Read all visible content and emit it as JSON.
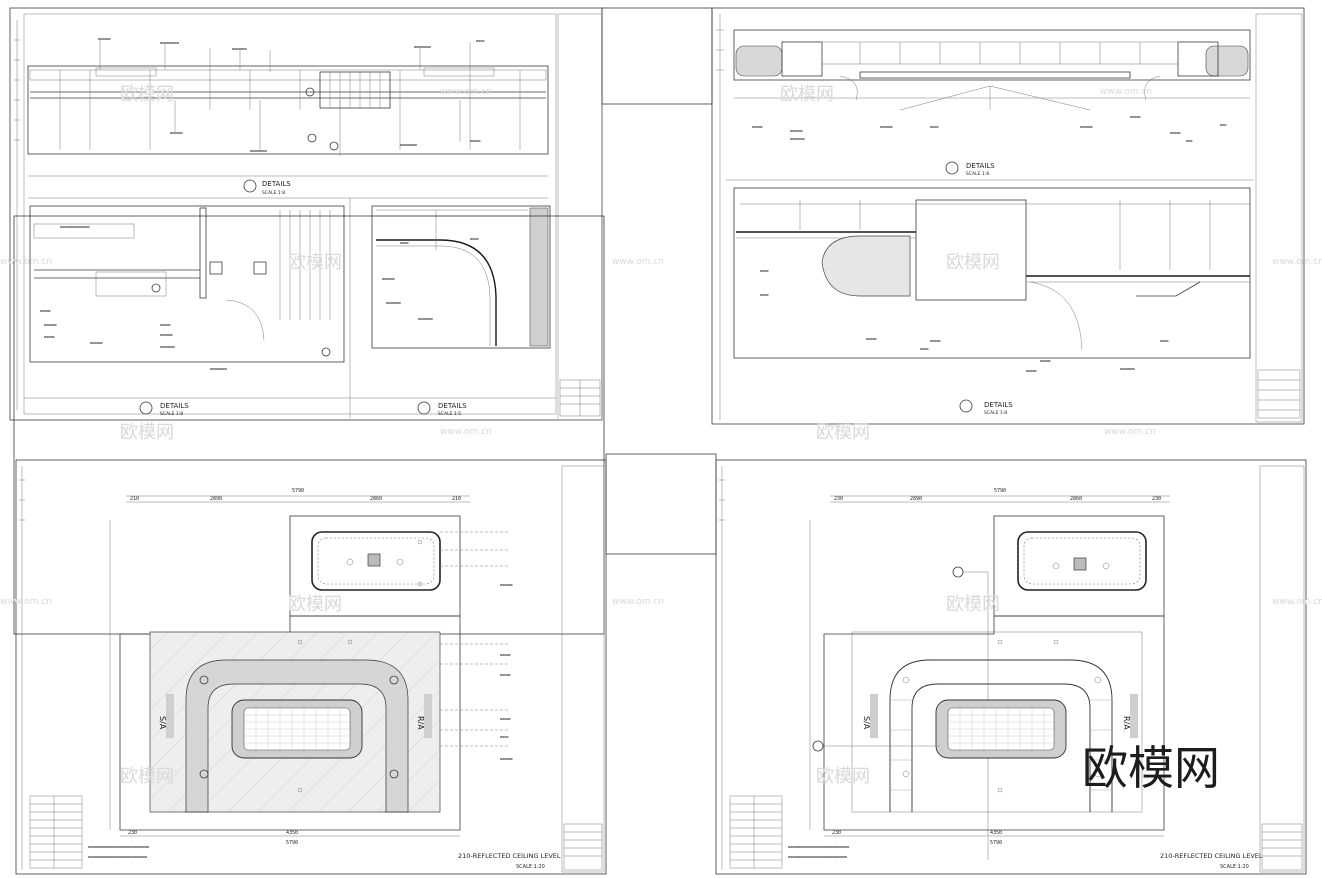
{
  "sheets": {
    "top_left": {
      "detail_1": {
        "title": "DETAILS",
        "scale": "SCALE 1:8"
      },
      "detail_2": {
        "title": "DETAILS",
        "scale": "SCALE 1:8"
      },
      "detail_3": {
        "title": "DETAILS",
        "scale": "SCALE 1:5"
      }
    },
    "top_right": {
      "detail_1": {
        "title": "DETAILS",
        "scale": "SCALE 1:8"
      },
      "detail_2": {
        "title": "DETAILS",
        "scale": "SCALE 1:8"
      }
    },
    "bottom_left": {
      "plan_title": "210-REFLECTED CEILING LEVEL",
      "scale": "SCALE 1:20",
      "dims_top": [
        "210",
        "2890",
        "2860",
        "210"
      ],
      "dim_total": "5790",
      "dims_bottom": [
        "230",
        "4350"
      ],
      "dim_total_bottom": "5790",
      "labels": [
        "S/A",
        "R/A"
      ]
    },
    "bottom_right": {
      "plan_title": "210-REFLECTED CEILING LEVEL",
      "scale": "SCALE 1:20",
      "dims_top": [
        "230",
        "2890",
        "2860",
        "230"
      ],
      "dim_total": "5790",
      "dims_bottom": [
        "230",
        "4350"
      ],
      "dim_total_bottom": "5790",
      "labels": [
        "S/A",
        "R/A"
      ]
    }
  },
  "watermarks": {
    "brand_cn": "欧模网",
    "site": "www.om.cn"
  }
}
